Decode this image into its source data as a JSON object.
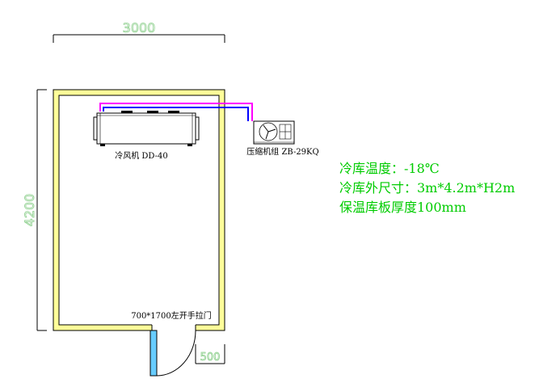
{
  "dimensions": {
    "width": "3000",
    "height": "4200",
    "door_swing": "500"
  },
  "labels": {
    "evaporator": "冷风机 DD-40",
    "condensing_unit": "压缩机组 ZB-29KQ",
    "door": "700*1700左开手拉门"
  },
  "notes": [
    "冷库温度：-18℃",
    "冷库外尺寸：3m*4.2m*H2m",
    "保温库板厚度100mm"
  ],
  "colors": {
    "insulation_fill": "#ffff99",
    "insulation_edge": "#000000",
    "pipe_magenta": "#ff00ff",
    "pipe_blue": "#0000ff",
    "door_fill": "#66ccff",
    "note_text": "#00cc00",
    "dimension_text": "#8fd08f"
  }
}
